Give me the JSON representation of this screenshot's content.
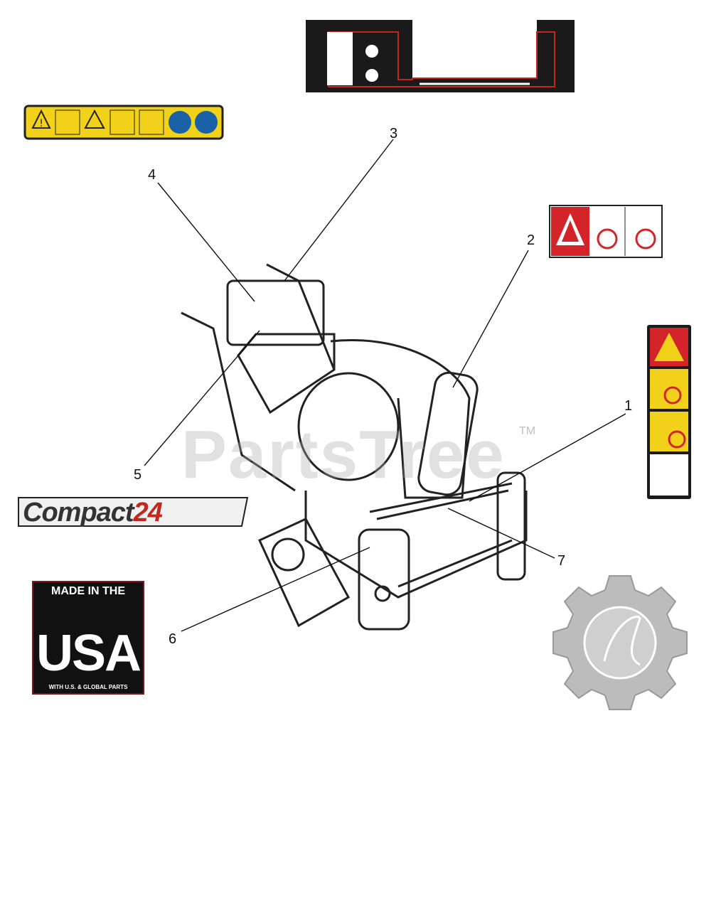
{
  "callouts": [
    "1",
    "2",
    "3",
    "4",
    "5",
    "6",
    "7"
  ],
  "watermark": "PartsTree",
  "watermark_tm": "TM",
  "compact_logo": {
    "word": "Compact",
    "number": "24"
  },
  "usa_badge": {
    "line1": "MADE IN THE",
    "big": "USA",
    "small": "WITH U.S. & GLOBAL PARTS"
  },
  "colors": {
    "warning_yellow": "#f2d11b",
    "warning_red": "#d3242a",
    "decal_black": "#1a1a1a",
    "accent_red": "#c0281e"
  }
}
